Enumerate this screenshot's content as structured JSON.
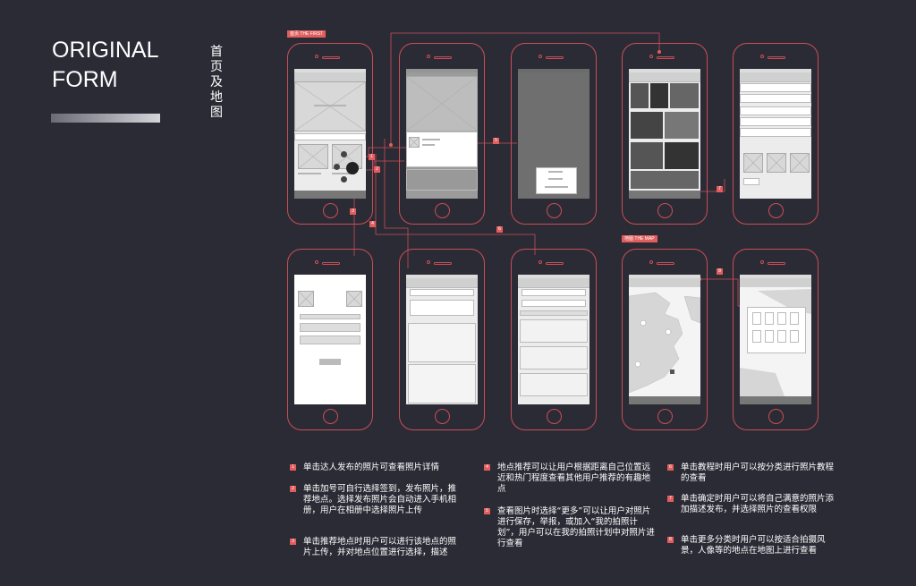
{
  "title_line1": "ORIGINAL",
  "title_line2": "FORM",
  "section_chars": [
    "首",
    "页",
    "及",
    "地",
    "图"
  ],
  "tags": {
    "first": "首页 THE FIRST",
    "map": "地图 THE MAP"
  },
  "marker_labels": [
    "1",
    "2",
    "3",
    "4",
    "5",
    "6",
    "7",
    "8"
  ],
  "notes": [
    {
      "num": "1",
      "text": "单击达人发布的照片可查看照片详情"
    },
    {
      "num": "2",
      "text": "单击加号可自行选择签到，发布照片，推荐地点。选择发布照片会自动进入手机相册，用户在相册中选择照片上传"
    },
    {
      "num": "3",
      "text": "单击推荐地点时用户可以进行该地点的照片上传，并对地点位置进行选择，描述"
    },
    {
      "num": "4",
      "text": "地点推荐可以让用户根据距离自己位置远近和热门程度查看其他用户推荐的有趣地点"
    },
    {
      "num": "5",
      "text": "查看图片时选择“更多”可以让用户对照片进行保存，举报，或加入“我的拍照计划”，用户可以在我的拍照计划中对照片进行查看"
    },
    {
      "num": "6",
      "text": "单击教程时用户可以按分类进行照片教程的查看"
    },
    {
      "num": "7",
      "text": "单击确定时用户可以将自己满意的照片添加描述发布，并选择照片的查看权限"
    },
    {
      "num": "8",
      "text": "单击更多分类时用户可以按适合拍摄风景，人像等的地点在地图上进行查看"
    }
  ],
  "colors": {
    "accent": "#e25d5d",
    "background": "#2b2b36",
    "frame": "#c94e55"
  }
}
